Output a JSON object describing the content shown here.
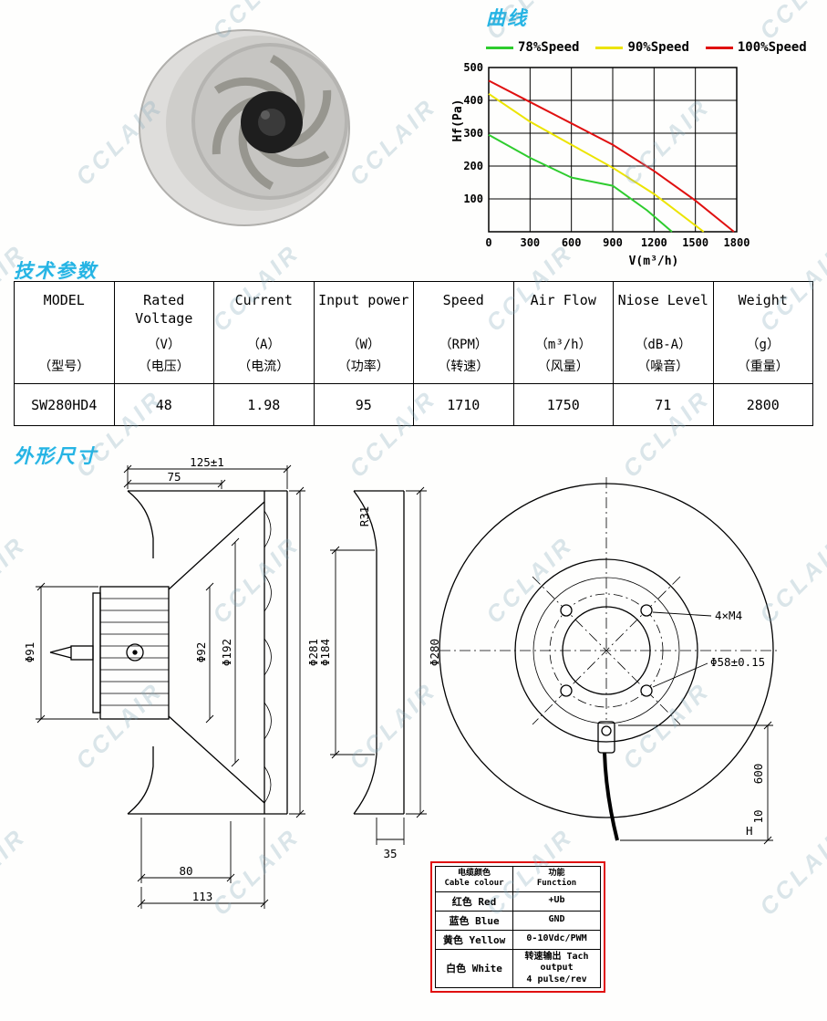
{
  "watermark": "CCLAIR",
  "curve_section": {
    "title": "曲线"
  },
  "chart_data": {
    "type": "line",
    "title": "曲线",
    "xlabel": "V(m³/h)",
    "ylabel": "Hf(Pa)",
    "xlim": [
      0,
      1800
    ],
    "ylim": [
      0,
      500
    ],
    "xticks": [
      0,
      300,
      600,
      900,
      1200,
      1500,
      1800
    ],
    "yticks": [
      0,
      100,
      200,
      300,
      400,
      500
    ],
    "grid": true,
    "legend_position": "top",
    "series": [
      {
        "name": "78%Speed",
        "color": "#2ecc2e",
        "points": [
          [
            0,
            295
          ],
          [
            300,
            225
          ],
          [
            600,
            165
          ],
          [
            900,
            140
          ],
          [
            1150,
            65
          ],
          [
            1330,
            0
          ]
        ]
      },
      {
        "name": "90%Speed",
        "color": "#ece400",
        "points": [
          [
            0,
            420
          ],
          [
            300,
            335
          ],
          [
            600,
            265
          ],
          [
            900,
            195
          ],
          [
            1200,
            115
          ],
          [
            1560,
            0
          ]
        ]
      },
      {
        "name": "100%Speed",
        "color": "#e01010",
        "points": [
          [
            0,
            460
          ],
          [
            300,
            395
          ],
          [
            600,
            330
          ],
          [
            900,
            265
          ],
          [
            1200,
            185
          ],
          [
            1500,
            95
          ],
          [
            1780,
            0
          ]
        ]
      }
    ]
  },
  "tech_section": {
    "title": "技术参数",
    "table": {
      "headers": [
        {
          "en": "MODEL",
          "unit": "",
          "cn": "（型号）"
        },
        {
          "en": "Rated Voltage",
          "unit": "（V）",
          "cn": "（电压）"
        },
        {
          "en": "Current",
          "unit": "（A）",
          "cn": "（电流）"
        },
        {
          "en": "Input power",
          "unit": "（W）",
          "cn": "（功率）"
        },
        {
          "en": "Speed",
          "unit": "（RPM）",
          "cn": "（转速）"
        },
        {
          "en": "Air Flow",
          "unit": "（m³/h）",
          "cn": "（风量）"
        },
        {
          "en": "Niose Level",
          "unit": "（dB-A）",
          "cn": "（噪音）"
        },
        {
          "en": "Weight",
          "unit": "（g）",
          "cn": "（重量）"
        }
      ],
      "row": [
        "SW280HD4",
        "48",
        "1.98",
        "95",
        "1710",
        "1750",
        "71",
        "2800"
      ]
    }
  },
  "dimension_section": {
    "title": "外形尺寸",
    "side_view": {
      "width_total": "125±1",
      "width_inner": "75",
      "shaft_dia": "Φ91",
      "motor_dia": "Φ92",
      "mid_dia": "Φ192",
      "outer_dia": "Φ281",
      "bottom_w1": "80",
      "bottom_w2": "113"
    },
    "inlet_view": {
      "radius": "R31",
      "inner_dia": "Φ184",
      "outer_dia": "Φ280",
      "depth": "35"
    },
    "front_view": {
      "holes": "4×M4",
      "bolt_circle": "Φ58±0.15",
      "cable_length": "600",
      "cable_tol": "10",
      "cable_sym": "H"
    },
    "cable_table": {
      "header_col1_line1": "电缆颜色",
      "header_col1_line2": "Cable colour",
      "header_col2_line1": "功能",
      "header_col2_line2": "Function",
      "rows": [
        {
          "color": "红色 Red",
          "func": [
            "+Ub"
          ]
        },
        {
          "color": "蓝色 Blue",
          "func": [
            "GND"
          ]
        },
        {
          "color": "黄色 Yellow",
          "func": [
            "0-10Vdc/PWM"
          ]
        },
        {
          "color": "白色 White",
          "func": [
            "转速输出 Tach output",
            "4 pulse/rev"
          ]
        }
      ]
    }
  }
}
